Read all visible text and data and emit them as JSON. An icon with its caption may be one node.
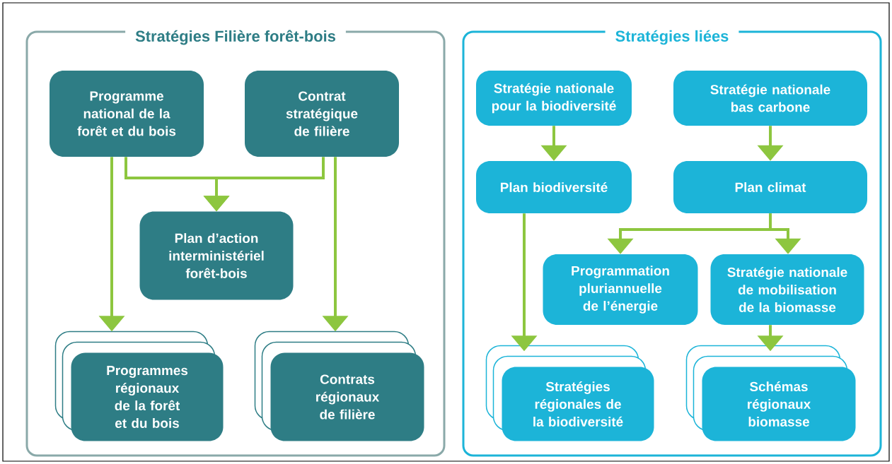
{
  "diagram": {
    "nodes": [
      {
        "text": [
          "Stratégies Filière forêt-bois"
        ]
      },
      {
        "text": [
          "Programme national de la forêt et du bois"
        ],
        "in": 0
      },
      {
        "text": [
          "Contrat stratégique de filière"
        ],
        "in": 0
      },
      {
        "text": [
          "Plan d’action interministériel forêt-bois"
        ],
        "in": 0
      },
      {
        "text": [
          "Programmes régionaux de la forêt et du bois"
        ],
        "in": 0
      },
      {
        "text": [
          "Contrats régionaux de filière"
        ],
        "in": 0
      },
      {
        "text": [
          "Stratégies liées"
        ]
      },
      {
        "text": [
          "Stratégie nationale pour la biodiversité"
        ],
        "in": 6
      },
      {
        "text": [
          "Stratégie nationale bas carbone"
        ],
        "in": 6
      },
      {
        "text": [
          "Plan biodiversité"
        ],
        "in": 6
      },
      {
        "text": [
          "Plan climat"
        ],
        "in": 6
      },
      {
        "text": [
          "Programmation pluriannuelle de l’énergie"
        ],
        "in": 6
      },
      {
        "text": [
          "Stratégie nationale de mobilisation de la biomasse"
        ],
        "in": 6
      },
      {
        "text": [
          "Stratégies régionales de la biodiversité"
        ],
        "in": 6
      },
      {
        "text": [
          "Schémas régionaux biomasse"
        ],
        "in": 6
      }
    ],
    "edges": [
      {
        "from": 1,
        "to": 4,
        "arrow": "to"
      },
      {
        "from": 1,
        "to": 3,
        "arrow": "to"
      },
      {
        "from": 2,
        "to": 3,
        "arrow": "to"
      },
      {
        "from": 2,
        "to": 5,
        "arrow": "to"
      },
      {
        "from": 7,
        "to": 9,
        "arrow": "to"
      },
      {
        "from": 8,
        "to": 10,
        "arrow": "to"
      },
      {
        "from": 9,
        "to": 13,
        "arrow": "to"
      },
      {
        "from": 10,
        "to": 11,
        "arrow": "to"
      },
      {
        "from": 10,
        "to": 12,
        "arrow": "to"
      },
      {
        "from": 12,
        "to": 14,
        "arrow": "to"
      }
    ]
  }
}
